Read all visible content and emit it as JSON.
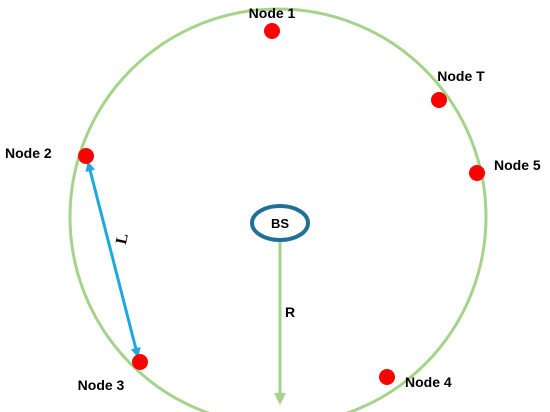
{
  "colors": {
    "ring": "#a6d38a",
    "node": "#ff0000",
    "station_outline": "#1f6f96",
    "link_arrow": "#1fa8e0",
    "radius_arrow": "#a6d38a",
    "text": "#000000"
  },
  "base_station": {
    "label": "BS"
  },
  "nodes": [
    {
      "label": "Node 1"
    },
    {
      "label": "Node T"
    },
    {
      "label": "Node 5"
    },
    {
      "label": "Node 2"
    },
    {
      "label": "Node 3"
    },
    {
      "label": "Node 4"
    }
  ],
  "link": {
    "label": "L"
  },
  "radius": {
    "label": "R"
  }
}
